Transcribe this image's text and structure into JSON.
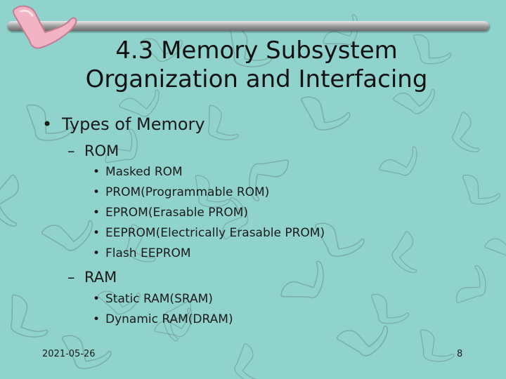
{
  "slide": {
    "title_line1": "4.3 Memory Subsystem",
    "title_line2": "Organization and Interfacing",
    "bullet": "•",
    "dash": "–",
    "topic": "Types of Memory",
    "groups": [
      {
        "heading": "ROM",
        "items": [
          "Masked ROM",
          "PROM(Programmable ROM)",
          "EPROM(Erasable PROM)",
          "EEPROM(Electrically Erasable PROM)",
          "Flash EEPROM"
        ]
      },
      {
        "heading": "RAM",
        "items": [
          "Static RAM(SRAM)",
          "Dynamic RAM(DRAM)"
        ]
      }
    ],
    "footer_date": "2021-05-26",
    "page_number": "8"
  },
  "colors": {
    "background": "#8fd3cc",
    "pattern_stroke": "#6e8f8b",
    "logo_pink": "#f2b3c4",
    "title_bar": "#8c8c8c"
  }
}
